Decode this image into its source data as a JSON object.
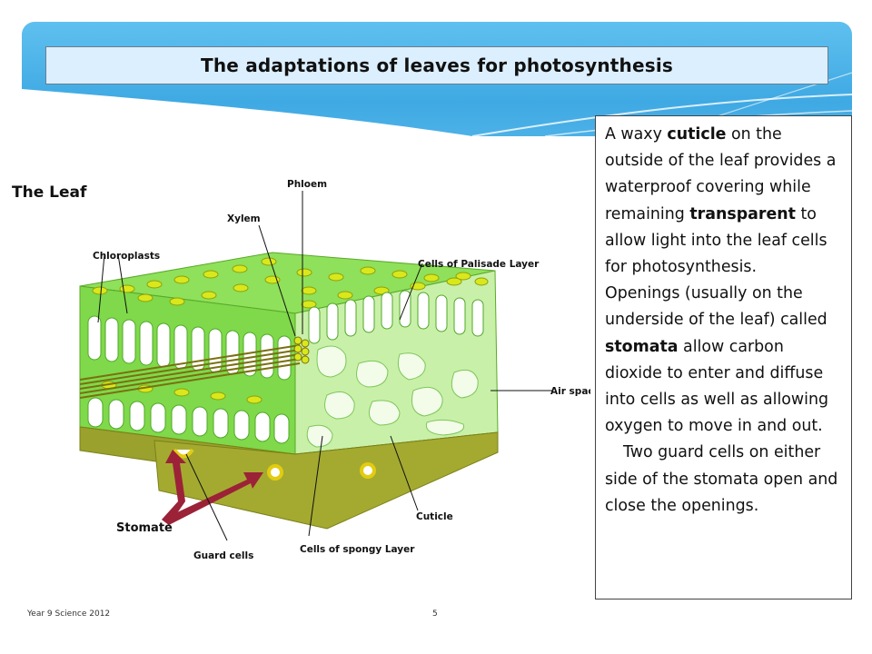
{
  "slide": {
    "title": "The adaptations of leaves for photosynthesis",
    "footer_left": "Year 9 Science 2012",
    "page_number": "5"
  },
  "diagram": {
    "heading": "The Leaf",
    "labels": {
      "phloem": "Phloem",
      "xylem": "Xylem",
      "chloroplasts": "Chloroplasts",
      "palisade": "Cells of Palisade Layer",
      "air_space": "Air space",
      "cuticle": "Cuticle",
      "spongy": "Cells of spongy Layer",
      "guard_cells": "Guard cells",
      "stomate": "Stomate"
    }
  },
  "info": {
    "p1_a": "A waxy ",
    "p1_b": "cuticle",
    "p1_c": " on the outside of the leaf provides a waterproof covering while remaining ",
    "p1_d": "transparent",
    "p1_e": " to allow light into the leaf cells for photosynthesis.",
    "p2_a": "Openings (usually on the underside of the leaf) called ",
    "p2_b": "stomata",
    "p2_c": " allow carbon dioxide to enter and diffuse into cells as well as allowing oxygen to move in and out.",
    "p3": "Two guard cells on either side of the stomata open and close the openings."
  },
  "colors": {
    "banner": "#3fa9e3",
    "title_box": "#dcefff",
    "leaf_green": "#7fd94a",
    "spongy_fill": "#c9f0a8",
    "cuticle_olive": "#9aa12c",
    "chloroplast_yellow": "#d9e81c",
    "arrow_red": "#9c2238"
  }
}
